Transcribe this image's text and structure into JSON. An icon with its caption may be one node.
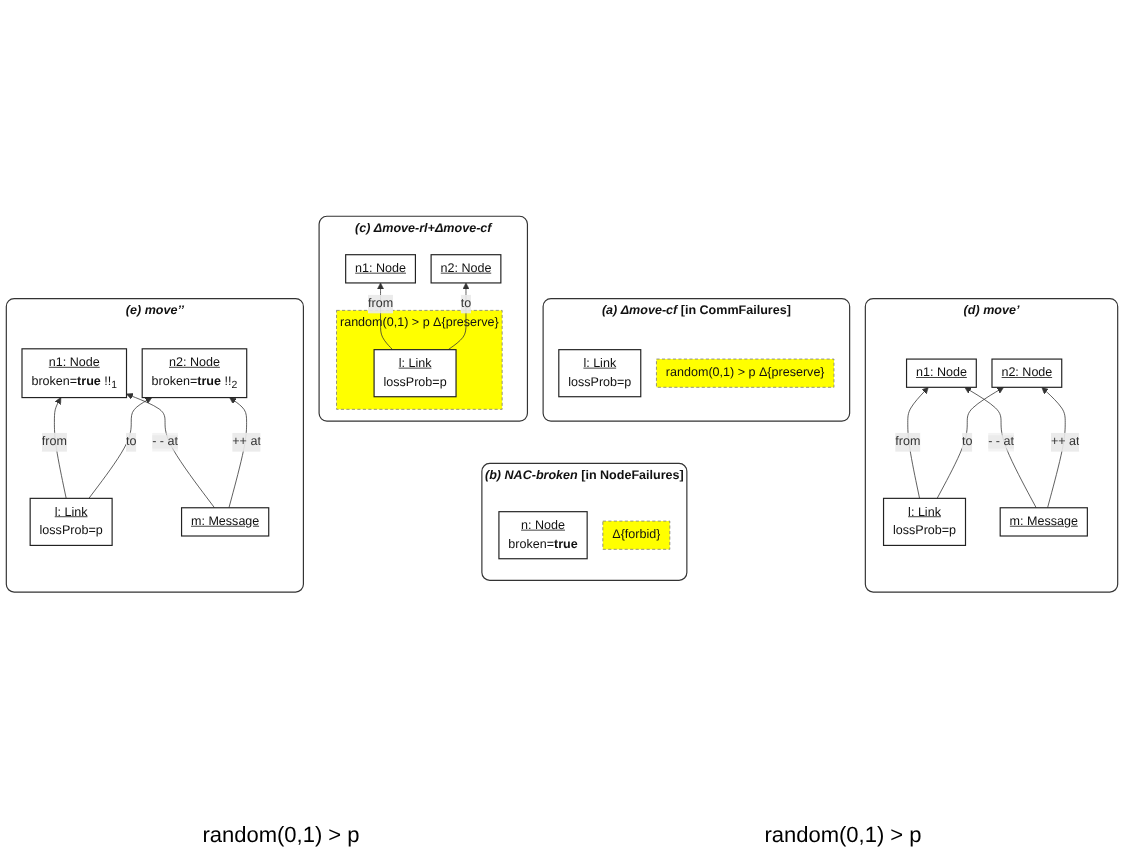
{
  "diagram": {
    "nodes": [
      {
        "text": [
          "(a) Δmove-cf",
          "[in CommFailures]"
        ]
      },
      {
        "text": [
          "l: Link",
          "lossProb=p"
        ],
        "in": 0
      },
      {
        "text": [
          "random(0,1) > p",
          "Δ{preserve}"
        ],
        "in": 0
      },
      {
        "text": [
          "(b) NAC-broken",
          "[in NodeFailures]"
        ]
      },
      {
        "text": [
          "n: Node",
          "broken=**true**"
        ],
        "in": 3
      },
      {
        "text": [
          "Δ{forbid}"
        ],
        "in": 3
      },
      {
        "text": [
          "(c) Δmove-rl+Δmove-cf"
        ]
      },
      {
        "text": [
          "n1: Node"
        ],
        "in": 6
      },
      {
        "text": [
          "n2: Node"
        ],
        "in": 6
      },
      {
        "text": [
          "random(0,1) > p",
          "Δ{preserve}"
        ],
        "in": 6
      },
      {
        "text": [
          "l: Link",
          "lossProb=p"
        ],
        "in": 9
      },
      {
        "text": [
          "(d) move’"
        ]
      },
      {
        "text": [
          "n1: Node"
        ],
        "in": 11
      },
      {
        "text": [
          "n2: Node"
        ],
        "in": 11
      },
      {
        "text": [
          "l: Link",
          "lossProb=p"
        ],
        "in": 11
      },
      {
        "text": [
          "m: Message"
        ],
        "in": 11
      },
      {
        "text": [
          "(e) move’’"
        ]
      },
      {
        "text": [
          "n1: Node",
          "broken=**true** !!$_{1}$"
        ],
        "in": 16
      },
      {
        "text": [
          "n2: Node",
          "broken=**true** !!$_{2}$"
        ],
        "in": 16
      },
      {
        "text": [
          "l: Link",
          "lossProb=p"
        ],
        "in": 16
      },
      {
        "text": [
          "m: Message"
        ],
        "in": 16
      }
    ],
    "labels": [
      "random(0,1) > p",
      "random(0,1) > p"
    ],
    "edges": [
      {
        "from": 10,
        "to": 7,
        "arrow": "to",
        "label": "from"
      },
      {
        "from": 10,
        "to": 8,
        "arrow": "to",
        "label": "to"
      },
      {
        "from": 14,
        "to": 12,
        "arrow": "to",
        "label": "from"
      },
      {
        "from": 14,
        "to": 13,
        "arrow": "to",
        "label": "to"
      },
      {
        "from": 15,
        "to": 12,
        "arrow": "to",
        "label": "- - at"
      },
      {
        "from": 15,
        "to": 13,
        "arrow": "to",
        "label": "++ at"
      },
      {
        "from": 19,
        "to": 17,
        "arrow": "to",
        "label": "from"
      },
      {
        "from": 19,
        "to": 18,
        "arrow": "to",
        "label": "to"
      },
      {
        "from": 20,
        "to": 17,
        "arrow": "to",
        "label": "- - at"
      },
      {
        "from": 20,
        "to": 18,
        "arrow": "to",
        "label": "++ at"
      }
    ]
  }
}
